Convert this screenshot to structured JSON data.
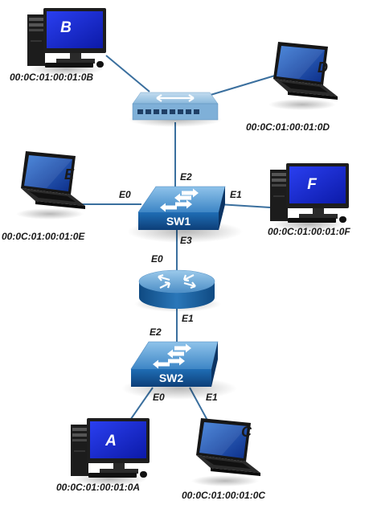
{
  "hosts": {
    "A": {
      "letter": "A",
      "mac": "00:0C:01:00:01:0A"
    },
    "B": {
      "letter": "B",
      "mac": "00:0C:01:00:01:0B"
    },
    "C": {
      "letter": "C",
      "mac": "00:0C:01:00:01:0C"
    },
    "D": {
      "letter": "D",
      "mac": "00:0C:01:00:01:0D"
    },
    "E": {
      "letter": "E",
      "mac": "00:0C:01:00:01:0E"
    },
    "F": {
      "letter": "F",
      "mac": "00:0C:01:00:01:0F"
    }
  },
  "sw1": {
    "name": "SW1",
    "e0": "E0",
    "e1": "E1",
    "e2": "E2",
    "e3": "E3"
  },
  "sw2": {
    "name": "SW2",
    "e0": "E0",
    "e1": "E1",
    "e2": "E2"
  },
  "router": {
    "e0": "E0",
    "e1": "E1"
  },
  "colors": {
    "link": "#3a6f9e",
    "device_blue": "#1f5fa6",
    "screen_blue": "#1a2fd6"
  }
}
